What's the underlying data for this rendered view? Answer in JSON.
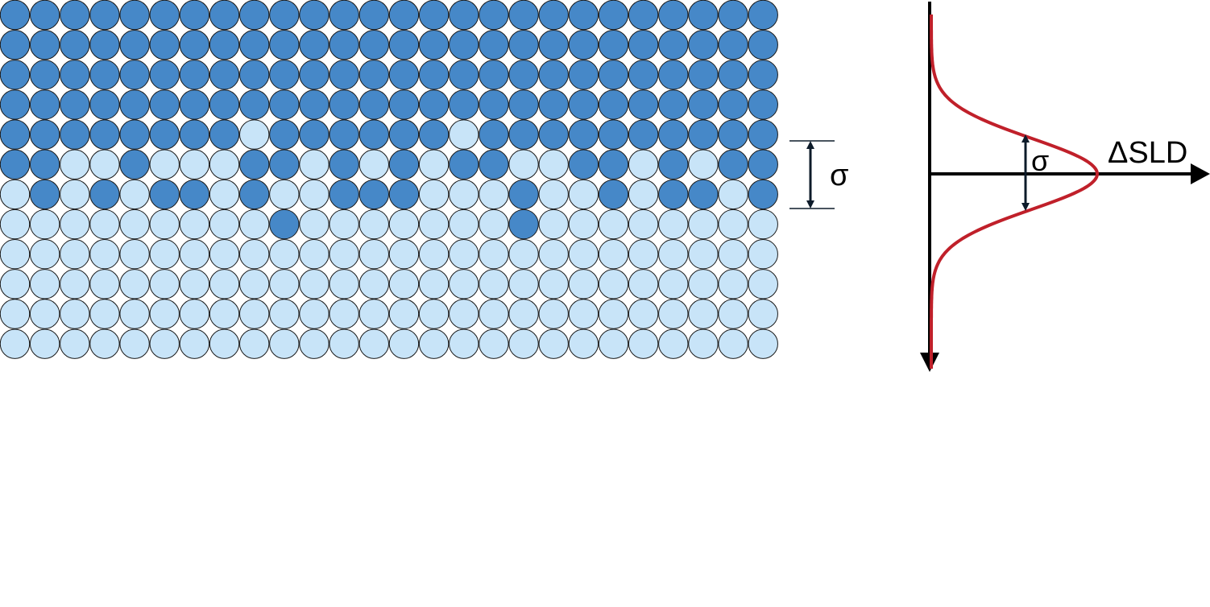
{
  "labels": {
    "sigma_left": "σ",
    "sigma_right": "σ",
    "axis_label": "ΔSLD"
  },
  "colors": {
    "dark_atom": "#4688c8",
    "light_atom": "#c8e4f8",
    "atom_outline": "#1a1a1a",
    "arrow": "#0d1b2a",
    "curve": "#c0202a",
    "axis": "#000000"
  },
  "lattice": {
    "columns": 26,
    "rows": [
      "11111111111111111111111111",
      "11111111111111111111111111",
      "11111111111111111111111111",
      "11111111111111111111111111",
      "11111111011111101111111111",
      "11001000110101011001101011",
      "01010110100111000100101101",
      "00000000010000000100000000",
      "00000000000000000000000000",
      "00000000000000000000000000",
      "00000000000000000000000000",
      "00000000000000000000000000"
    ]
  }
}
